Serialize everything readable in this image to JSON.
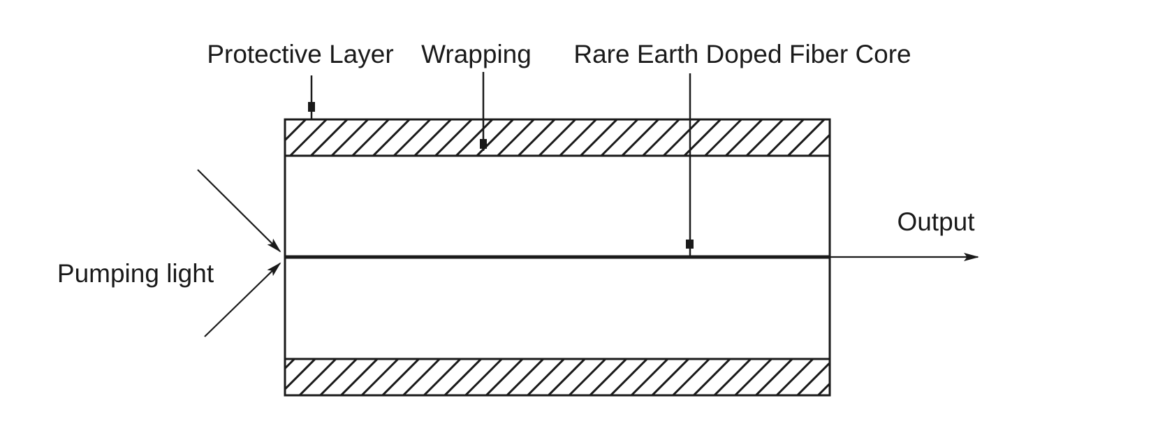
{
  "diagram": {
    "title_implied": "Rare earth doped fiber structure",
    "labels": {
      "protective_layer": "Protective Layer",
      "wrapping": "Wrapping",
      "core": "Rare Earth Doped Fiber Core",
      "pumping_light": "Pumping light",
      "output": "Output"
    },
    "colors": {
      "line": "#1a1a1a",
      "background": "#ffffff"
    }
  }
}
